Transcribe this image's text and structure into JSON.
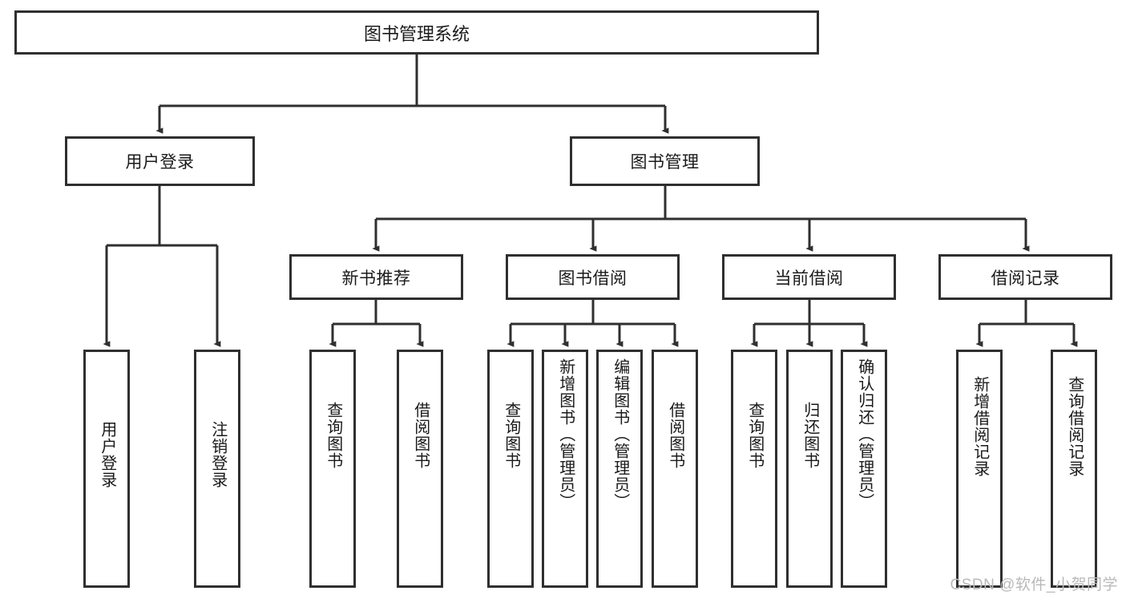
{
  "diagram": {
    "title": "图书管理系统",
    "type": "tree-hierarchy",
    "colors": {
      "box_border": "#2f2f2f",
      "box_fill": "#ffffff",
      "edge": "#2f2f2f",
      "text": "#1a1a1a",
      "watermark": "#b9b9b9"
    },
    "root": {
      "label": "图书管理系统"
    },
    "level2": [
      {
        "label": "用户登录"
      },
      {
        "label": "图书管理"
      }
    ],
    "level3": [
      {
        "label": "新书推荐"
      },
      {
        "label": "图书借阅"
      },
      {
        "label": "当前借阅"
      },
      {
        "label": "借阅记录"
      }
    ],
    "leaves": {
      "user_login": [
        {
          "label": "用户登录"
        },
        {
          "label": "注销登录"
        }
      ],
      "new_book_recommend": [
        {
          "label": "查询图书"
        },
        {
          "label": "借阅图书"
        }
      ],
      "book_borrow": [
        {
          "label": "查询图书"
        },
        {
          "label": "新增图书（管理员）"
        },
        {
          "label": "编辑图书（管理员）"
        },
        {
          "label": "借阅图书"
        }
      ],
      "current_borrow": [
        {
          "label": "查询图书"
        },
        {
          "label": "归还图书"
        },
        {
          "label": "确认归还（管理员）"
        }
      ],
      "borrow_record": [
        {
          "label": "新增借阅记录"
        },
        {
          "label": "查询借阅记录"
        }
      ]
    }
  },
  "watermark": {
    "text": "CSDN @软件_小贺同学"
  }
}
